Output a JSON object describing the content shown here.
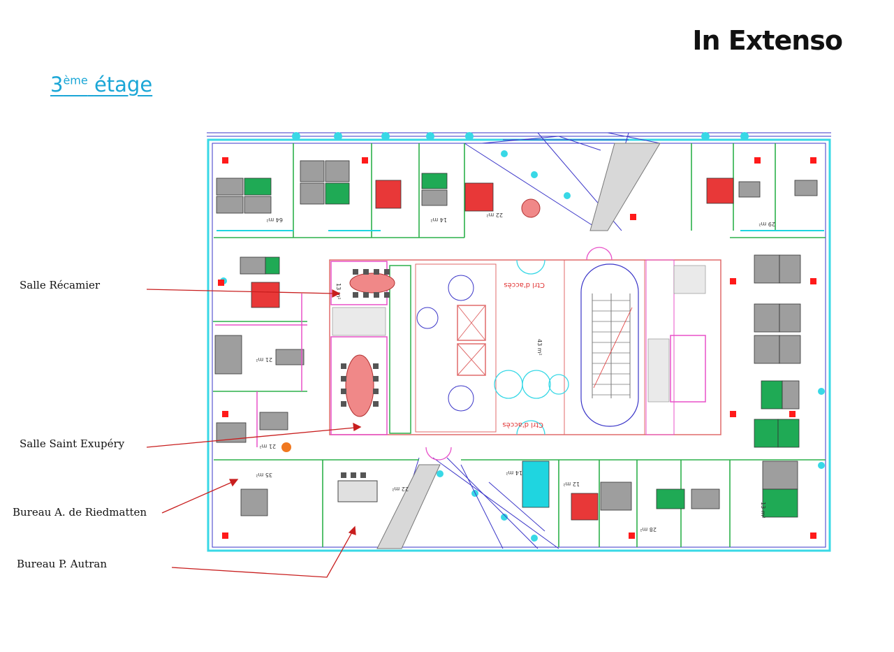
{
  "header": {
    "brand": "In Extenso"
  },
  "floor": {
    "number": "3",
    "suffix": "ème",
    "word": "étage"
  },
  "labels": [
    {
      "id": "recamier",
      "text": "Salle Récamier"
    },
    {
      "id": "exupery",
      "text": "Salle Saint Exupéry"
    },
    {
      "id": "riedmatten",
      "text": "Bureau A. de Riedmatten"
    },
    {
      "id": "autran",
      "text": "Bureau P. Autran"
    }
  ],
  "plan_text": {
    "recamier_area": "13 m²",
    "cnt_top": "Ctrl d'accès",
    "cnt_bottom": "Ctrl d'accès",
    "area_21": "21 m²",
    "area_21b": "21 m²",
    "area_64": "64 m²",
    "area_22": "22 m²",
    "area_14": "14 m²",
    "area_29": "29 m²",
    "area_35": "35 m²",
    "area_22b": "22 m²",
    "area_14b": "14 m²",
    "area_12": "12 m²",
    "area_28": "28 m²",
    "area_13b": "13 m²",
    "area_43": "43 m²"
  },
  "colors": {
    "title_blue": "#1aa6d6",
    "wall_cyan": "#38d8e6",
    "wall_blue": "#3a35c8",
    "desk_red": "#e83838",
    "desk_green": "#1faa55",
    "desk_grey": "#9e9e9e",
    "partition_pink": "#e850c8",
    "arrow_red": "#c81e1e"
  }
}
